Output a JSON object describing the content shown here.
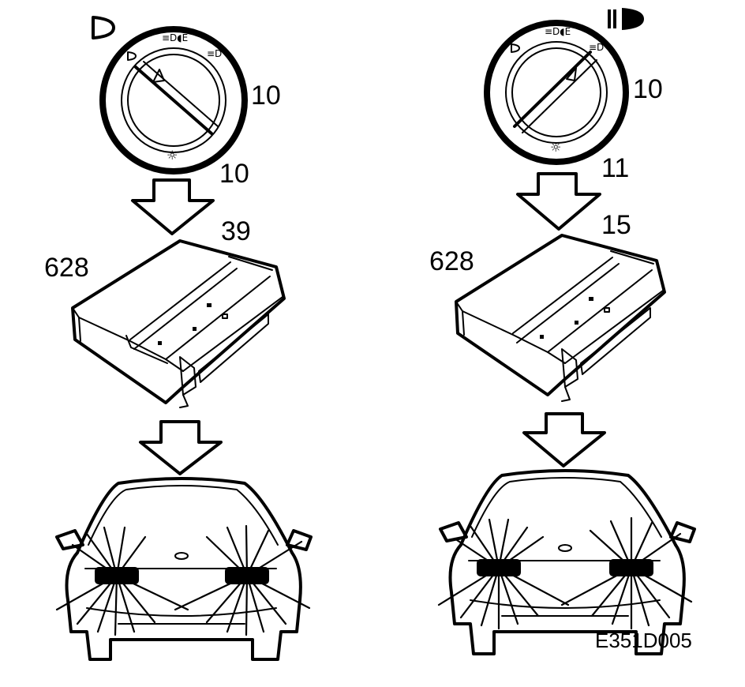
{
  "figure_code": "E351D005",
  "colors": {
    "ink": "#000000",
    "paper": "#ffffff"
  },
  "panels": [
    {
      "mode_icon": "parking-light-icon",
      "switch_label": "10",
      "switch_output_label": "10",
      "module_label": "628",
      "module_output_label": "39",
      "lit_lamps": "low-beam"
    },
    {
      "mode_icon": "high-beam-icon",
      "switch_label": "10",
      "switch_output_label": "11",
      "module_label": "628",
      "module_output_label": "15",
      "lit_lamps": "high-beam"
    }
  ]
}
